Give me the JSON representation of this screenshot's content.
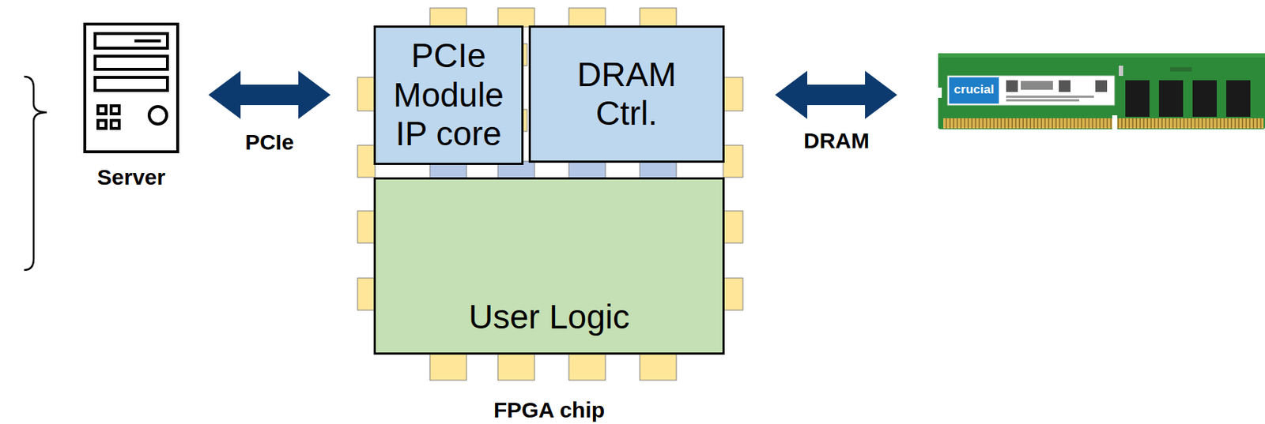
{
  "diagram": {
    "nodes": [
      {
        "text": [
          "Server"
        ]
      },
      {
        "text": [
          "FPGA chip"
        ]
      },
      {
        "text": [
          "PCIe Module IP core"
        ],
        "in": 1
      },
      {
        "text": [
          "DRAM Ctrl."
        ],
        "in": 1
      },
      {
        "text": [
          "User Logic"
        ],
        "in": 1
      }
    ],
    "edges": [
      {
        "from": 0,
        "to": 1,
        "arrow": "both",
        "label": "PCIe"
      }
    ],
    "labels": [
      "DRAM",
      "crucial"
    ]
  }
}
